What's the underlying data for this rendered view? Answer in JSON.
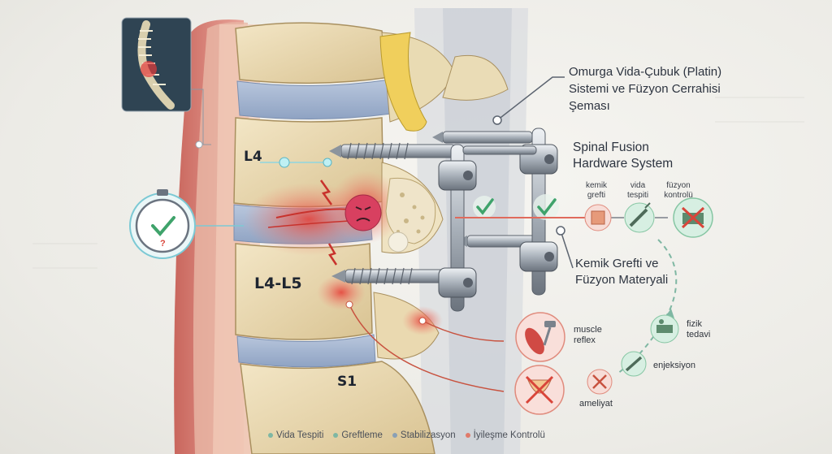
{
  "titles": {
    "main": "Omurga Vida-Çubuk (Platin) Sistemi ve Füzyon Cerrahisi Şeması",
    "english": "Spinal Fusion Hardware System",
    "graft": "Kemik Grefti ve Füzyon Materyali"
  },
  "vertebrae": {
    "l4": "L4",
    "l45": "L4-L5",
    "s1": "S1"
  },
  "flow": {
    "kemik_grefti": "kemik grefti",
    "vida_tespiti": "vida tespiti",
    "fuzyon_kontrolu": "füzyon kontrolü"
  },
  "side_labels": {
    "muscle_reflex": "muscle reflex",
    "fizik_tedavi": "fizik tedavi",
    "enjeksiyon": "enjeksiyon",
    "ameliyat": "ameliyat"
  },
  "legend": [
    {
      "label": "Vida Tespiti",
      "color": "#7fb7a3"
    },
    {
      "label": "Greftleme",
      "color": "#7fb7a3"
    },
    {
      "label": "Stabilizasyon",
      "color": "#8aa0b5"
    },
    {
      "label": "İyileşme Kontrolü",
      "color": "#e07a6a"
    }
  ]
}
